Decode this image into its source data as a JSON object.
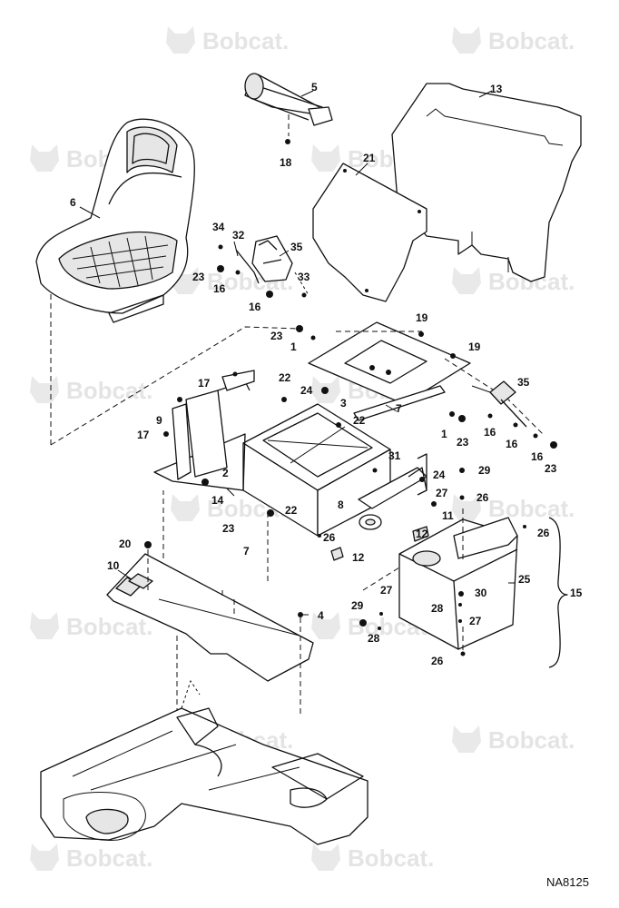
{
  "drawing_code": "NA8125",
  "watermark": {
    "brand": "Bobcat",
    "trademark": ".",
    "icon": "bobcat-head-logo"
  },
  "callouts": [
    {
      "id": "c1a",
      "text": "1"
    },
    {
      "id": "c1b",
      "text": "1"
    },
    {
      "id": "c2",
      "text": "2"
    },
    {
      "id": "c3",
      "text": "3"
    },
    {
      "id": "c4",
      "text": "4"
    },
    {
      "id": "c5",
      "text": "5"
    },
    {
      "id": "c6",
      "text": "6"
    },
    {
      "id": "c7a",
      "text": "7"
    },
    {
      "id": "c7b",
      "text": "7"
    },
    {
      "id": "c8",
      "text": "8"
    },
    {
      "id": "c9",
      "text": "9"
    },
    {
      "id": "c10",
      "text": "10"
    },
    {
      "id": "c11",
      "text": "11"
    },
    {
      "id": "c12a",
      "text": "12"
    },
    {
      "id": "c12b",
      "text": "12"
    },
    {
      "id": "c13",
      "text": "13"
    },
    {
      "id": "c14",
      "text": "14"
    },
    {
      "id": "c15",
      "text": "15"
    },
    {
      "id": "c16a",
      "text": "16"
    },
    {
      "id": "c16b",
      "text": "16"
    },
    {
      "id": "c16c",
      "text": "16"
    },
    {
      "id": "c16d",
      "text": "16"
    },
    {
      "id": "c16e",
      "text": "16"
    },
    {
      "id": "c17a",
      "text": "17"
    },
    {
      "id": "c17b",
      "text": "17"
    },
    {
      "id": "c18",
      "text": "18"
    },
    {
      "id": "c19a",
      "text": "19"
    },
    {
      "id": "c19b",
      "text": "19"
    },
    {
      "id": "c20",
      "text": "20"
    },
    {
      "id": "c21",
      "text": "21"
    },
    {
      "id": "c22a",
      "text": "22"
    },
    {
      "id": "c22b",
      "text": "22"
    },
    {
      "id": "c22c",
      "text": "22"
    },
    {
      "id": "c23a",
      "text": "23"
    },
    {
      "id": "c23b",
      "text": "23"
    },
    {
      "id": "c23c",
      "text": "23"
    },
    {
      "id": "c23d",
      "text": "23"
    },
    {
      "id": "c23e",
      "text": "23"
    },
    {
      "id": "c24a",
      "text": "24"
    },
    {
      "id": "c24b",
      "text": "24"
    },
    {
      "id": "c25",
      "text": "25"
    },
    {
      "id": "c26a",
      "text": "26"
    },
    {
      "id": "c26b",
      "text": "26"
    },
    {
      "id": "c26c",
      "text": "26"
    },
    {
      "id": "c26d",
      "text": "26"
    },
    {
      "id": "c27a",
      "text": "27"
    },
    {
      "id": "c27b",
      "text": "27"
    },
    {
      "id": "c27c",
      "text": "27"
    },
    {
      "id": "c28a",
      "text": "28"
    },
    {
      "id": "c28b",
      "text": "28"
    },
    {
      "id": "c29a",
      "text": "29"
    },
    {
      "id": "c29b",
      "text": "29"
    },
    {
      "id": "c30",
      "text": "30"
    },
    {
      "id": "c31",
      "text": "31"
    },
    {
      "id": "c32",
      "text": "32"
    },
    {
      "id": "c33",
      "text": "33"
    },
    {
      "id": "c34",
      "text": "34"
    },
    {
      "id": "c35a",
      "text": "35"
    },
    {
      "id": "c35b",
      "text": "35"
    }
  ]
}
